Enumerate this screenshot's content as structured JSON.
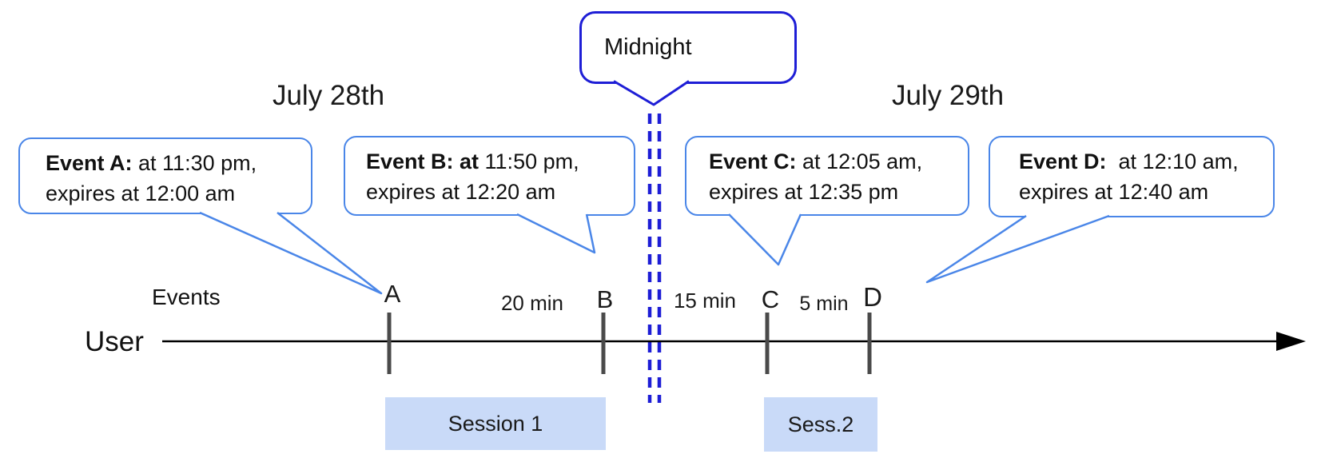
{
  "dates": {
    "left": "July 28th",
    "right": "July 29th"
  },
  "midnight": {
    "label": "Midnight"
  },
  "events": [
    {
      "tick": "A",
      "bold": "Event A:",
      "line1_rest": " at 11:30 pm,",
      "line2": "expires at 12:00 am"
    },
    {
      "tick": "B",
      "bold": "Event B: at",
      "line1_rest": " 11:50 pm,",
      "line2": "expires at 12:20 am"
    },
    {
      "tick": "C",
      "bold": "Event C:",
      "line1_rest": " at 12:05 am,",
      "line2": "expires at 12:35 pm"
    },
    {
      "tick": "D",
      "bold": "Event D:",
      "line1_rest": "  at 12:10 am,",
      "line2": "expires at 12:40 am"
    }
  ],
  "timeline": {
    "row_label": "User",
    "axis_label": "Events",
    "gap_labels": [
      "20 min",
      "15 min",
      "5 min"
    ]
  },
  "sessions": [
    {
      "label": "Session 1"
    },
    {
      "label": "Sess.2"
    }
  ],
  "colors": {
    "callout_border": "#4a86e8",
    "midnight_blue": "#1e1ed6",
    "session_fill": "#c9daf8",
    "tick_gray": "#4a4a4a",
    "axis_black": "#000000"
  }
}
